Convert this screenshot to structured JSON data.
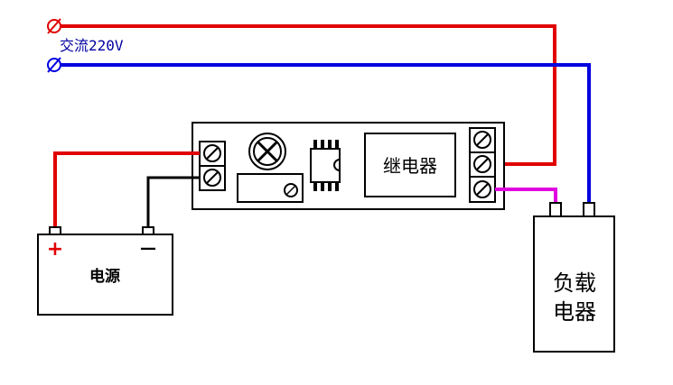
{
  "ac_label": "交流220V",
  "relay_label": "继电器",
  "power_label": "电源",
  "power_plus": "+",
  "power_minus": "—",
  "load_label_line1": "负载",
  "load_label_line2": "电器",
  "colors": {
    "live": "#e00000",
    "neutral": "#0000e0",
    "ground": "#000000",
    "nc": "#e000e0"
  }
}
